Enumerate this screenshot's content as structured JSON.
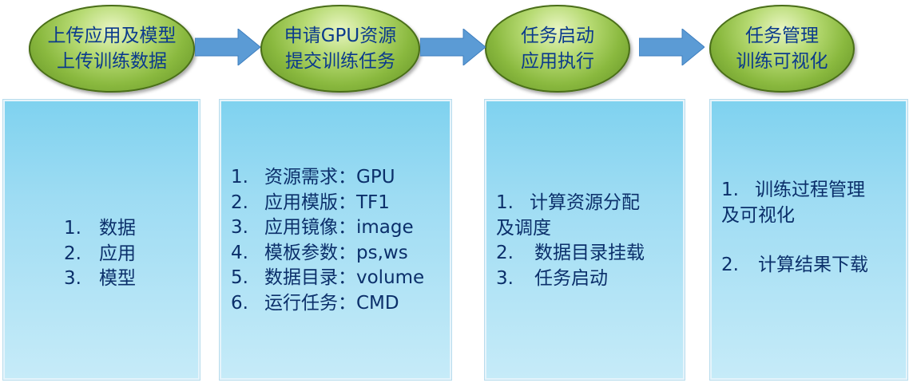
{
  "stages": [
    {
      "lines": [
        "上传应用及模型",
        "上传训练数据"
      ]
    },
    {
      "lines": [
        "申请GPU资源",
        "提交训练任务"
      ]
    },
    {
      "lines": [
        "任务启动",
        "应用执行"
      ]
    },
    {
      "lines": [
        "任务管理",
        "训练可视化"
      ]
    }
  ],
  "panels": [
    {
      "items": [
        {
          "num": "1.",
          "text": "数据"
        },
        {
          "num": "2.",
          "text": "应用"
        },
        {
          "num": "3.",
          "text": "模型"
        }
      ]
    },
    {
      "items": [
        {
          "num": "1.",
          "text": "资源需求：GPU"
        },
        {
          "num": "2.",
          "text": "应用模版：TF1"
        },
        {
          "num": "3.",
          "text": "应用镜像：image"
        },
        {
          "num": "4.",
          "text": "模板参数：ps,ws"
        },
        {
          "num": "5.",
          "text": "数据目录：volume"
        },
        {
          "num": "6.",
          "text": "运行任务：CMD"
        }
      ]
    },
    {
      "items": [
        {
          "num": "1.",
          "text": "计算资源分配",
          "cont": "及调度"
        },
        {
          "num": "2.",
          "text": "数据目录挂载"
        },
        {
          "num": "3.",
          "text": "任务启动"
        }
      ]
    },
    {
      "items": [
        {
          "num": "1.",
          "text": "训练过程管理",
          "cont": "及可视化"
        },
        {
          "num": "2.",
          "text": "计算结果下载"
        }
      ]
    }
  ],
  "colors": {
    "stage_text": "#0b3a8c",
    "arrow_fill": "#5b9bd5",
    "panel_text": "#0b2f6a",
    "stage_fill": "#8ab93f"
  }
}
